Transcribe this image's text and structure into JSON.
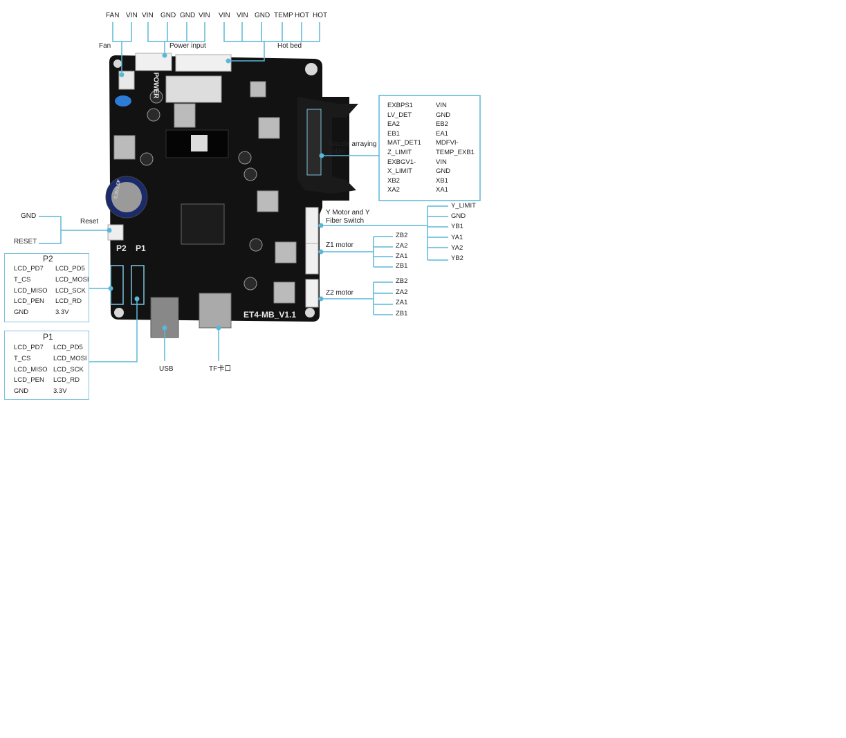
{
  "top_pins": {
    "fan": [
      "FAN",
      "VIN"
    ],
    "power": [
      "VIN",
      "GND",
      "GND",
      "VIN"
    ],
    "hotbed": [
      "VIN",
      "VIN",
      "GND",
      "TEMP",
      "HOT",
      "HOT"
    ]
  },
  "groups": {
    "fan": "Fan",
    "power": "Power input",
    "hotbed": "Hot bed",
    "nozzle": "Nozzle arraying cable",
    "nozzle_line1": "Nozzle arraying",
    "nozzle_line2": "cable",
    "ymotor_line1": "Y Motor and Y",
    "ymotor_line2": "Fiber Switch",
    "z1": "Z1 motor",
    "z2": "Z2 motor",
    "reset": "Reset",
    "usb": "USB",
    "tf": "TF卡口"
  },
  "reset_pins": [
    "GND",
    "RESET"
  ],
  "nozzle_pins": {
    "left": [
      "EXBPS1",
      "LV_DET",
      "EA2",
      "EB1",
      "MAT_DET1",
      "Z_LIMIT",
      "EXBGV1-",
      "X_LIMIT",
      "XB2",
      "XA2"
    ],
    "right": [
      "VIN",
      "GND",
      "EB2",
      "EA1",
      "MDFVI-",
      "TEMP_EXB1",
      "VIN",
      "GND",
      "XB1",
      "XA1"
    ]
  },
  "ymotor_pins": [
    "Y_LIMIT",
    "GND",
    "YB1",
    "YA1",
    "YA2",
    "YB2"
  ],
  "z1_pins": [
    "ZB2",
    "ZA2",
    "ZA1",
    "ZB1"
  ],
  "z2_pins": [
    "ZB2",
    "ZA2",
    "ZA1",
    "ZB1"
  ],
  "p2": {
    "title": "P2",
    "left": [
      "LCD_PD7",
      "T_CS",
      "LCD_MISO",
      "LCD_PEN",
      "GND"
    ],
    "right": [
      "LCD_PD5",
      "LCD_MOSI",
      "LCD_SCK",
      "LCD_RD",
      "3.3V"
    ]
  },
  "p1": {
    "title": "P1",
    "left": [
      "LCD_PD7",
      "T_CS",
      "LCD_MISO",
      "LCD_PEN",
      "GND"
    ],
    "right": [
      "LCD_PD5",
      "LCD_MOSI",
      "LCD_SCK",
      "LCD_RD",
      "3.3V"
    ]
  },
  "board": {
    "model": "ET4-MB_V1.1",
    "power_silk": "POWER",
    "p2_silk": "P2",
    "p1_silk": "P1",
    "cap_silk": "5.5V1.5F"
  },
  "colors": {
    "wire": "#5bb7d8",
    "board": "#111111",
    "box": "#7ec3dc"
  }
}
